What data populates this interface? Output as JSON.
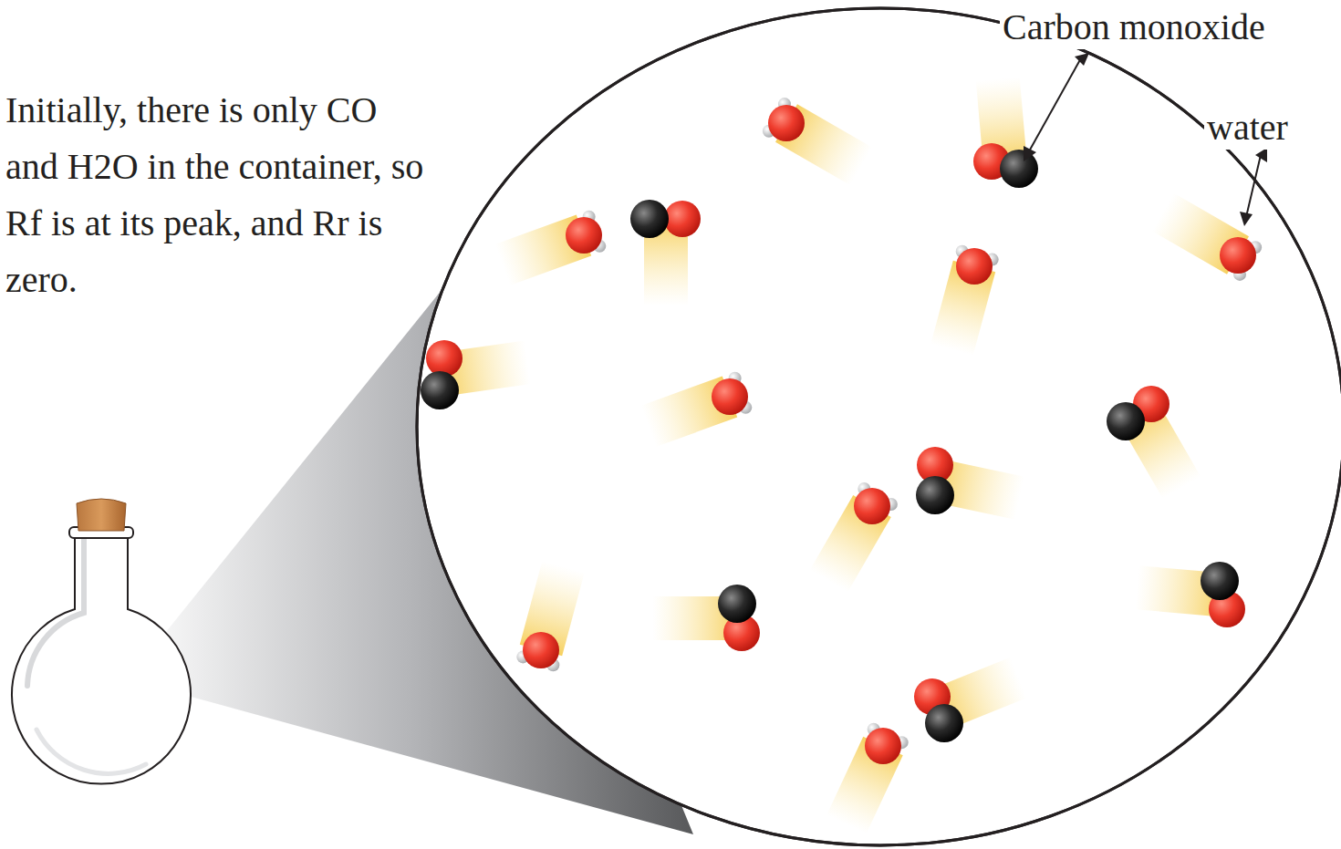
{
  "diagram": {
    "labels": [
      "Initially, there is only CO and H2O in the container, so Rf is at its peak, and Rr is zero.",
      "Carbon monoxide",
      "water"
    ]
  }
}
